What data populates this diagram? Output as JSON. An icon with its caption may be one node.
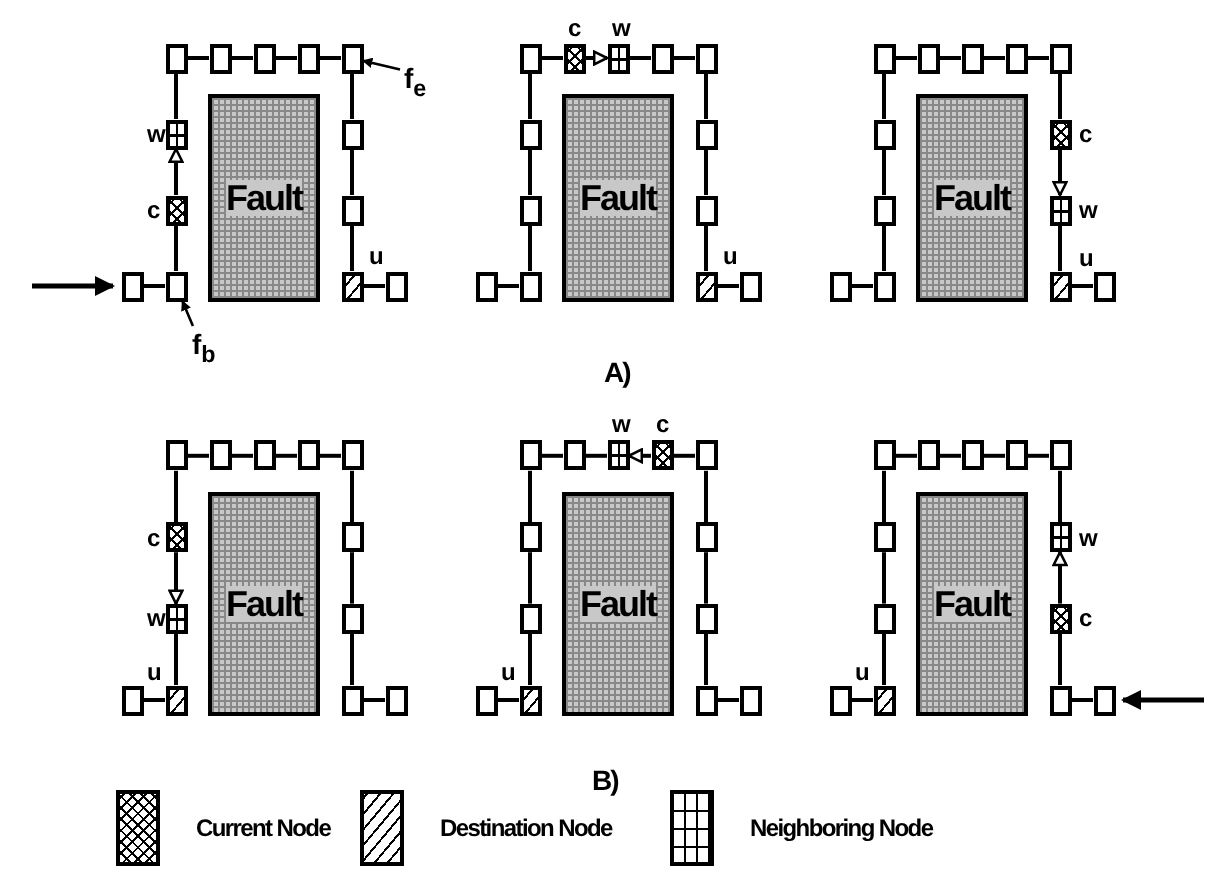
{
  "diagram": {
    "nodes": [
      {
        "text": [],
        "shape": "box"
      },
      {
        "text": [],
        "shape": "box"
      },
      {
        "text": [],
        "shape": "box",
        "beside": [
          "c"
        ]
      },
      {
        "text": [],
        "shape": "box",
        "beside": [
          "w"
        ]
      },
      {
        "text": [],
        "shape": "box"
      },
      {
        "text": [],
        "shape": "box"
      },
      {
        "text": [],
        "shape": "box"
      },
      {
        "text": [],
        "shape": "box"
      },
      {
        "text": [],
        "shape": "box"
      },
      {
        "text": [],
        "shape": "box"
      },
      {
        "text": [],
        "shape": "box"
      },
      {
        "text": [],
        "shape": "box",
        "beside": [
          "u"
        ]
      },
      {
        "text": [],
        "shape": "box"
      },
      {
        "text": [
          "Fault"
        ]
      },
      {
        "text": [],
        "shape": "box"
      },
      {
        "text": [],
        "shape": "box"
      },
      {
        "text": [],
        "shape": "box"
      },
      {
        "text": [],
        "shape": "box"
      },
      {
        "text": [],
        "shape": "box"
      },
      {
        "text": [],
        "shape": "box",
        "beside": [
          "c"
        ]
      },
      {
        "text": [],
        "shape": "box",
        "beside": [
          "w"
        ]
      },
      {
        "text": [],
        "shape": "box"
      },
      {
        "text": [],
        "shape": "box"
      },
      {
        "text": [],
        "shape": "box"
      },
      {
        "text": [],
        "shape": "box"
      },
      {
        "text": [],
        "shape": "box",
        "beside": [
          "u"
        ]
      },
      {
        "text": [],
        "shape": "box"
      },
      {
        "text": [
          "Fault"
        ]
      },
      {
        "text": [],
        "shape": "box"
      },
      {
        "text": [],
        "shape": "box"
      },
      {
        "text": [],
        "shape": "box"
      },
      {
        "text": [],
        "shape": "box"
      },
      {
        "text": [],
        "shape": "box"
      },
      {
        "text": [],
        "shape": "box"
      },
      {
        "text": [],
        "shape": "box"
      },
      {
        "text": [],
        "shape": "box"
      },
      {
        "text": [],
        "shape": "box"
      },
      {
        "text": [],
        "shape": "box",
        "beside": [
          "c"
        ]
      },
      {
        "text": [],
        "shape": "box",
        "beside": [
          "w"
        ]
      },
      {
        "text": [],
        "shape": "box",
        "beside": [
          "u"
        ]
      },
      {
        "text": [],
        "shape": "box"
      },
      {
        "text": [
          "Fault"
        ]
      },
      {
        "text": [],
        "shape": "box"
      },
      {
        "text": [],
        "shape": "box",
        "beside": [
          "u"
        ]
      },
      {
        "text": [],
        "shape": "box",
        "beside": [
          "w"
        ]
      },
      {
        "text": [],
        "shape": "box",
        "beside": [
          "c"
        ]
      },
      {
        "text": [],
        "shape": "box"
      },
      {
        "text": [],
        "shape": "box"
      },
      {
        "text": [],
        "shape": "box"
      },
      {
        "text": [],
        "shape": "box"
      },
      {
        "text": [],
        "shape": "box"
      },
      {
        "text": [],
        "shape": "box"
      },
      {
        "text": [],
        "shape": "box"
      },
      {
        "text": [],
        "shape": "box"
      },
      {
        "text": [],
        "shape": "box"
      },
      {
        "text": [
          "Fault"
        ]
      },
      {
        "text": [],
        "shape": "box"
      },
      {
        "text": [],
        "shape": "box",
        "beside": [
          "u"
        ]
      },
      {
        "text": [],
        "shape": "box"
      },
      {
        "text": [],
        "shape": "box"
      },
      {
        "text": [],
        "shape": "box"
      },
      {
        "text": [],
        "shape": "box"
      },
      {
        "text": [],
        "shape": "box",
        "beside": [
          "w"
        ]
      },
      {
        "text": [],
        "shape": "box",
        "beside": [
          "c"
        ]
      },
      {
        "text": [],
        "shape": "box"
      },
      {
        "text": [],
        "shape": "box"
      },
      {
        "text": [],
        "shape": "box"
      },
      {
        "text": [],
        "shape": "box"
      },
      {
        "text": [],
        "shape": "box"
      },
      {
        "text": [
          "Fault"
        ]
      },
      {
        "text": [],
        "shape": "box"
      },
      {
        "text": [],
        "shape": "box",
        "beside": [
          "u"
        ]
      },
      {
        "text": [],
        "shape": "box"
      },
      {
        "text": [],
        "shape": "box"
      },
      {
        "text": [],
        "shape": "box"
      },
      {
        "text": [],
        "shape": "box"
      },
      {
        "text": [],
        "shape": "box"
      },
      {
        "text": [],
        "shape": "box"
      },
      {
        "text": [],
        "shape": "box"
      },
      {
        "text": [],
        "shape": "box",
        "beside": [
          "w"
        ]
      },
      {
        "text": [],
        "shape": "box",
        "beside": [
          "c"
        ]
      },
      {
        "text": [],
        "shape": "box"
      },
      {
        "text": [],
        "shape": "box"
      },
      {
        "text": [
          "Fault"
        ]
      },
      {
        "text": [
          "f$_{b}$"
        ]
      },
      {
        "text": [
          "f$_{e}$"
        ]
      }
    ],
    "edges": [
      {
        "from": 0,
        "to": 1,
        "arrow": "none"
      },
      {
        "from": 1,
        "to": 2,
        "arrow": "none"
      },
      {
        "from": 2,
        "to": 3,
        "arrow": "to"
      },
      {
        "from": 3,
        "to": 4,
        "arrow": "none"
      },
      {
        "from": 4,
        "to": 5,
        "arrow": "none"
      },
      {
        "from": 5,
        "to": 6,
        "arrow": "none"
      },
      {
        "from": 6,
        "to": 7,
        "arrow": "none"
      },
      {
        "from": 7,
        "to": 8,
        "arrow": "none"
      },
      {
        "from": 8,
        "to": 9,
        "arrow": "none"
      },
      {
        "from": 9,
        "to": 10,
        "arrow": "none"
      },
      {
        "from": 10,
        "to": 11,
        "arrow": "none"
      },
      {
        "from": 11,
        "to": 12,
        "arrow": "none"
      },
      {
        "from": 14,
        "to": 15,
        "arrow": "none"
      },
      {
        "from": 15,
        "to": 16,
        "arrow": "none"
      },
      {
        "from": 16,
        "to": 17,
        "arrow": "none"
      },
      {
        "from": 17,
        "to": 18,
        "arrow": "none"
      },
      {
        "from": 18,
        "to": 19,
        "arrow": "none"
      },
      {
        "from": 19,
        "to": 20,
        "arrow": "to"
      },
      {
        "from": 20,
        "to": 21,
        "arrow": "none"
      },
      {
        "from": 21,
        "to": 22,
        "arrow": "none"
      },
      {
        "from": 22,
        "to": 23,
        "arrow": "none"
      },
      {
        "from": 23,
        "to": 24,
        "arrow": "none"
      },
      {
        "from": 24,
        "to": 25,
        "arrow": "none"
      },
      {
        "from": 25,
        "to": 26,
        "arrow": "none"
      },
      {
        "from": 28,
        "to": 29,
        "arrow": "none"
      },
      {
        "from": 29,
        "to": 30,
        "arrow": "none"
      },
      {
        "from": 30,
        "to": 31,
        "arrow": "none"
      },
      {
        "from": 31,
        "to": 32,
        "arrow": "none"
      },
      {
        "from": 32,
        "to": 33,
        "arrow": "none"
      },
      {
        "from": 33,
        "to": 34,
        "arrow": "none"
      },
      {
        "from": 34,
        "to": 35,
        "arrow": "none"
      },
      {
        "from": 35,
        "to": 36,
        "arrow": "none"
      },
      {
        "from": 36,
        "to": 37,
        "arrow": "none"
      },
      {
        "from": 37,
        "to": 38,
        "arrow": "to"
      },
      {
        "from": 38,
        "to": 39,
        "arrow": "none"
      },
      {
        "from": 39,
        "to": 40,
        "arrow": "none"
      },
      {
        "from": 42,
        "to": 43,
        "arrow": "none"
      },
      {
        "from": 43,
        "to": 44,
        "arrow": "none"
      },
      {
        "from": 45,
        "to": 44,
        "arrow": "to"
      },
      {
        "from": 45,
        "to": 46,
        "arrow": "none"
      },
      {
        "from": 46,
        "to": 47,
        "arrow": "none"
      },
      {
        "from": 47,
        "to": 48,
        "arrow": "none"
      },
      {
        "from": 48,
        "to": 49,
        "arrow": "none"
      },
      {
        "from": 49,
        "to": 50,
        "arrow": "none"
      },
      {
        "from": 50,
        "to": 51,
        "arrow": "none"
      },
      {
        "from": 51,
        "to": 52,
        "arrow": "none"
      },
      {
        "from": 52,
        "to": 53,
        "arrow": "none"
      },
      {
        "from": 53,
        "to": 54,
        "arrow": "none"
      },
      {
        "from": 56,
        "to": 57,
        "arrow": "none"
      },
      {
        "from": 57,
        "to": 58,
        "arrow": "none"
      },
      {
        "from": 58,
        "to": 59,
        "arrow": "none"
      },
      {
        "from": 59,
        "to": 60,
        "arrow": "none"
      },
      {
        "from": 60,
        "to": 61,
        "arrow": "none"
      },
      {
        "from": 61,
        "to": 62,
        "arrow": "none"
      },
      {
        "from": 63,
        "to": 62,
        "arrow": "to"
      },
      {
        "from": 63,
        "to": 64,
        "arrow": "none"
      },
      {
        "from": 64,
        "to": 65,
        "arrow": "none"
      },
      {
        "from": 65,
        "to": 66,
        "arrow": "none"
      },
      {
        "from": 66,
        "to": 67,
        "arrow": "none"
      },
      {
        "from": 67,
        "to": 68,
        "arrow": "none"
      },
      {
        "from": 70,
        "to": 71,
        "arrow": "none"
      },
      {
        "from": 71,
        "to": 72,
        "arrow": "none"
      },
      {
        "from": 72,
        "to": 73,
        "arrow": "none"
      },
      {
        "from": 73,
        "to": 74,
        "arrow": "none"
      },
      {
        "from": 74,
        "to": 75,
        "arrow": "none"
      },
      {
        "from": 75,
        "to": 76,
        "arrow": "none"
      },
      {
        "from": 76,
        "to": 77,
        "arrow": "none"
      },
      {
        "from": 77,
        "to": 78,
        "arrow": "none"
      },
      {
        "from": 78,
        "to": 79,
        "arrow": "none"
      },
      {
        "from": 80,
        "to": 79,
        "arrow": "to"
      },
      {
        "from": 80,
        "to": 81,
        "arrow": "none"
      },
      {
        "from": 81,
        "to": 82,
        "arrow": "none"
      },
      {
        "from": null,
        "to": 0,
        "arrow": "to"
      },
      {
        "from": null,
        "to": 82,
        "arrow": "to"
      },
      {
        "from": 84,
        "to": 1,
        "arrow": "to"
      },
      {
        "from": 85,
        "to": 8,
        "arrow": "to"
      }
    ],
    "labels": [
      "A)",
      "B)"
    ],
    "legend": [
      {
        "text": "Current Node"
      },
      {
        "text": "Destination Node"
      },
      {
        "text": "Neighboring Node"
      }
    ]
  }
}
